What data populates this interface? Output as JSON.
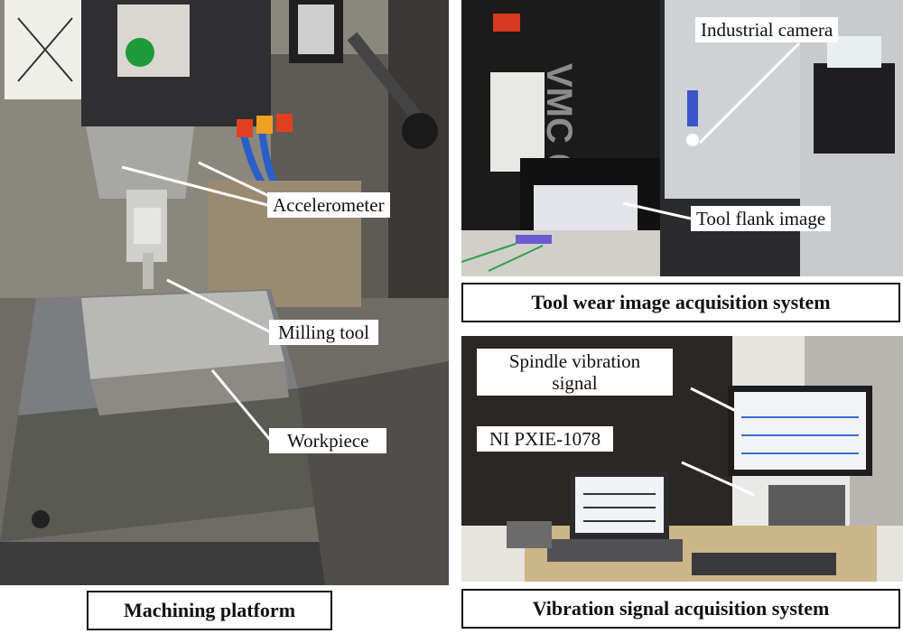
{
  "panels": {
    "machining": {
      "caption": "Machining platform",
      "labels": {
        "accelerometer": "Accelerometer",
        "milling_tool": "Milling tool",
        "workpiece": "Workpiece"
      }
    },
    "tool_wear": {
      "caption": "Tool wear image acquisition system",
      "machine_brand": "VMC 650",
      "labels": {
        "industrial_camera": "Industrial camera",
        "tool_flank_image": "Tool flank image"
      }
    },
    "vibration": {
      "caption": "Vibration signal acquisition system",
      "labels": {
        "spindle_line1": "Spindle vibration",
        "spindle_line2": "signal",
        "ni_pxie": "NI PXIE-1078"
      }
    }
  }
}
